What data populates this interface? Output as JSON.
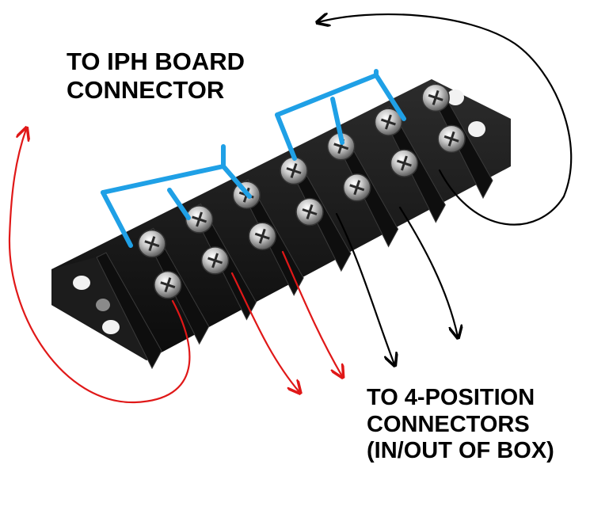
{
  "labels": {
    "top": [
      "TO IPH BOARD",
      "CONNECTOR"
    ],
    "bottom": [
      "TO 4-POSITION",
      "CONNECTORS",
      "(IN/OUT OF BOX)"
    ]
  },
  "colors": {
    "board_wire": "#1fa0e6",
    "red_arrow": "#e01818",
    "black_arrow": "#000000",
    "strip_body": "#141414",
    "screw_metal": "#bfbfbf"
  },
  "components": {
    "terminal_positions": 7
  }
}
